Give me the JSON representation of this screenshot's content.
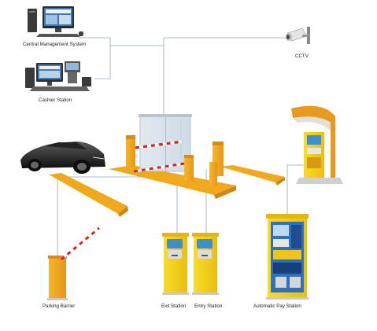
{
  "labels": {
    "central_management_system": "Central Management System",
    "cashier_station": "Cashier Station",
    "cctv": "CCTV",
    "parking_barrier": "Parking Barrier",
    "exit_station": "Exit Station",
    "entry_station": "Entry Station",
    "automatic_pay_station": "Automatic Pay Station"
  },
  "colors": {
    "barrier_yellow": "#f2a81d",
    "booth_yellow": "#f6d215",
    "connector_line": "#8fa6bd",
    "car_body": "#2a2a2a",
    "boom_stripe_red": "#d0262a"
  },
  "icons": [
    "computer-icon",
    "cashier-terminal-icon",
    "cctv-camera-icon",
    "sports-car-icon",
    "boom-barrier-icon",
    "exit-station-icon",
    "entry-station-icon",
    "automatic-pay-station-icon",
    "pay-kiosk-canopy-icon"
  ]
}
